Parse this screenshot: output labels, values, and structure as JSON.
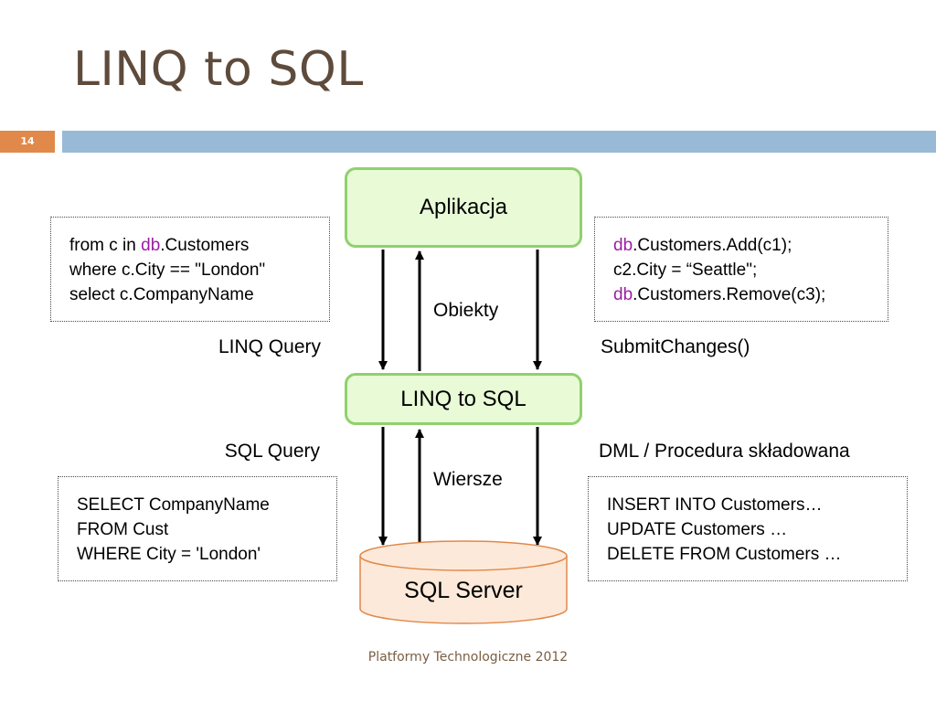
{
  "slide": {
    "title": "LINQ to SQL",
    "page_number": "14",
    "footer": "Platformy Technologiczne 2012"
  },
  "diagram": {
    "nodes": {
      "application": "Aplikacja",
      "linq_to_sql": "LINQ to SQL",
      "sql_server": "SQL Server"
    },
    "labels": {
      "linq_query": "LINQ Query",
      "submit_changes": "SubmitChanges()",
      "objects": "Obiekty",
      "sql_query": "SQL Query",
      "dml_procedure": "DML / Procedura składowana",
      "rows": "Wiersze"
    },
    "linq_query_code": [
      {
        "pre": "from c in ",
        "kw": "db",
        "post": ".Customers"
      },
      {
        "pre": "where c.City == \"London\"",
        "kw": "",
        "post": ""
      },
      {
        "pre": "select c.CompanyName",
        "kw": "",
        "post": ""
      }
    ],
    "submit_code": [
      {
        "pre": "",
        "kw": "db",
        "post": ".Customers.Add(c1);"
      },
      {
        "pre": "c2.City = “Seattle\";",
        "kw": "",
        "post": ""
      },
      {
        "pre": "",
        "kw": "db",
        "post": ".Customers.Remove(c3);"
      }
    ],
    "sql_code": [
      "SELECT CompanyName",
      "FROM Cust",
      "WHERE City = 'London'"
    ],
    "dml_code": [
      "INSERT INTO Customers…",
      "UPDATE Customers …",
      "DELETE FROM Customers …"
    ]
  },
  "colors": {
    "title": "#5e4b3c",
    "accent_orange": "#e0894a",
    "accent_blue": "#99bad6",
    "node_border": "#8fd16d",
    "node_fill": "#e8fbd6",
    "db_fill": "#fde9d9",
    "db_border": "#e0894a",
    "keyword": "#9c1ea4"
  }
}
